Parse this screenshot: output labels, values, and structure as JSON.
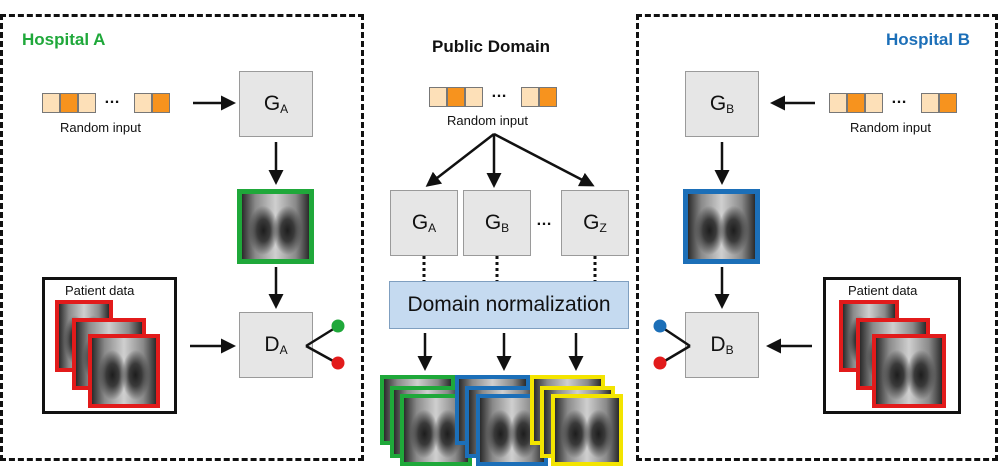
{
  "hospital_a": {
    "title": "Hospital A",
    "title_color": "#1fa83a",
    "border_color": "#1fa83a",
    "random_input_label": "Random input",
    "patient_data_label": "Patient data",
    "generator": {
      "base": "G",
      "sub": "A"
    },
    "discriminator": {
      "base": "D",
      "sub": "A"
    }
  },
  "public_domain": {
    "title": "Public Domain",
    "random_input_label": "Random input",
    "normalization_label": "Domain normalization",
    "ellipsis": "…",
    "generators": [
      {
        "base": "G",
        "sub": "A"
      },
      {
        "base": "G",
        "sub": "B"
      },
      {
        "base": "G",
        "sub": "Z"
      }
    ]
  },
  "hospital_b": {
    "title": "Hospital B",
    "title_color": "#1c6fb8",
    "border_color": "#1c6fb8",
    "random_input_label": "Random input",
    "patient_data_label": "Patient data",
    "generator": {
      "base": "G",
      "sub": "B"
    },
    "discriminator": {
      "base": "D",
      "sub": "B"
    }
  },
  "colors": {
    "patient_frame": "#e21b1b",
    "yellow_frame": "#f3e400",
    "dot_green": "#1fa83a",
    "dot_red": "#e21b1b",
    "dot_blue": "#1c6fb8",
    "cell_light": "#fde0b8",
    "cell_dark": "#f7931e"
  },
  "icons": [
    "random-input-vector-icon",
    "chest-xray-icon",
    "output-dot-icon"
  ]
}
